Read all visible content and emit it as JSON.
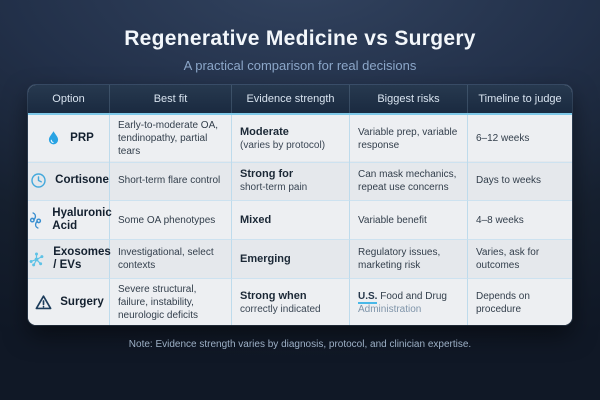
{
  "page": {
    "title": "Regenerative Medicine vs Surgery",
    "subtitle": "A practical comparison for real decisions",
    "note": "Note: Evidence strength varies by diagnosis, protocol, and clinician expertise."
  },
  "colors": {
    "background_navy": "#1a2638",
    "header_navy": "#1f3048",
    "header_accent_line": "#7ec8e8",
    "row_light": "#edeff2",
    "row_alt": "#e5e8ec",
    "cell_divider_blue": "#bedbec",
    "droplet_blue": "#29a3e3",
    "clock_blue": "#45a9dc",
    "joint_blue": "#3a8fd0",
    "molecule_blue": "#5ec2e6",
    "triangle_navy": "#1d3d5c",
    "link_underline_cyan": "#49b8e8",
    "subtitle_blue": "#8ca7c9"
  },
  "table": {
    "headers": [
      "Option",
      "Best fit",
      "Evidence strength",
      "Biggest risks",
      "Timeline to judge"
    ],
    "rows": [
      {
        "option": "PRP",
        "icon": "droplet-icon",
        "best_fit": "Early-to-moderate OA, tendinopathy, partial tears",
        "evidence_main": "Moderate",
        "evidence_sub": "(varies by protocol)",
        "risks": "Variable prep, variable response",
        "timeline": "6–12 weeks"
      },
      {
        "option": "Cortisone",
        "icon": "clock-icon",
        "best_fit": "Short-term flare control",
        "evidence_main": "Strong for",
        "evidence_sub": "short-term pain",
        "risks": "Can mask mechanics, repeat use concerns",
        "timeline": "Days to weeks"
      },
      {
        "option": "Hyaluronic Acid",
        "icon": "joint-icon",
        "best_fit": "Some OA phenotypes",
        "evidence_main": "Mixed",
        "risks": "Variable benefit",
        "timeline": "4–8 weeks"
      },
      {
        "option": "Exosomes / EVs",
        "icon": "molecule-icon",
        "best_fit": "Investigational, select contexts",
        "evidence_main": "Emerging",
        "risks": "Regulatory issues, marketing risk",
        "timeline": "Varies, ask for outcomes"
      },
      {
        "option": "Surgery",
        "icon": "warning-triangle-icon",
        "best_fit": "Severe structural, failure, instability, neurologic deficits",
        "evidence_main": "Strong when",
        "evidence_sub": "correctly indicated",
        "risks_link": "U.S.",
        "risks_mid": "Food and Drug",
        "risks_sub": "Administration",
        "timeline": "Depends on procedure"
      }
    ]
  }
}
